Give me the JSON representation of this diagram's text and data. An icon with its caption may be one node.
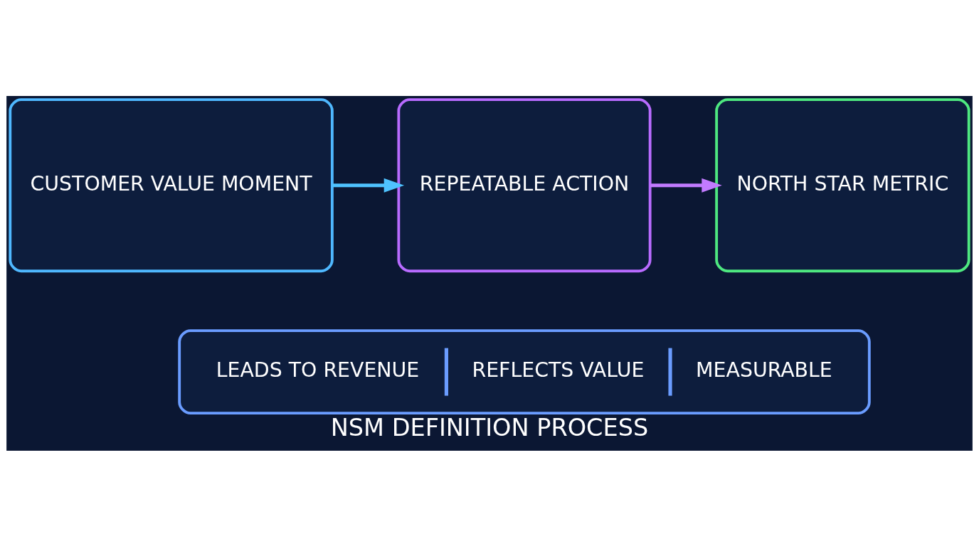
{
  "diagram": {
    "title": "NSM DEFINITION PROCESS",
    "nodes": [
      {
        "text": [
          "CUSTOMER VALUE MOMENT"
        ]
      },
      {
        "text": [
          "REPEATABLE ACTION"
        ]
      },
      {
        "text": [
          "NORTH STAR METRIC"
        ]
      },
      {
        "text": [
          "LEADS TO REVENUE",
          "REFLECTS VALUE",
          "MEASURABLE"
        ]
      }
    ],
    "edges": [
      {
        "from": 0,
        "to": 1,
        "arrow": "to",
        "color": "#4fc3ff"
      },
      {
        "from": 1,
        "to": 2,
        "arrow": "to",
        "color": "#c27bff"
      }
    ]
  }
}
